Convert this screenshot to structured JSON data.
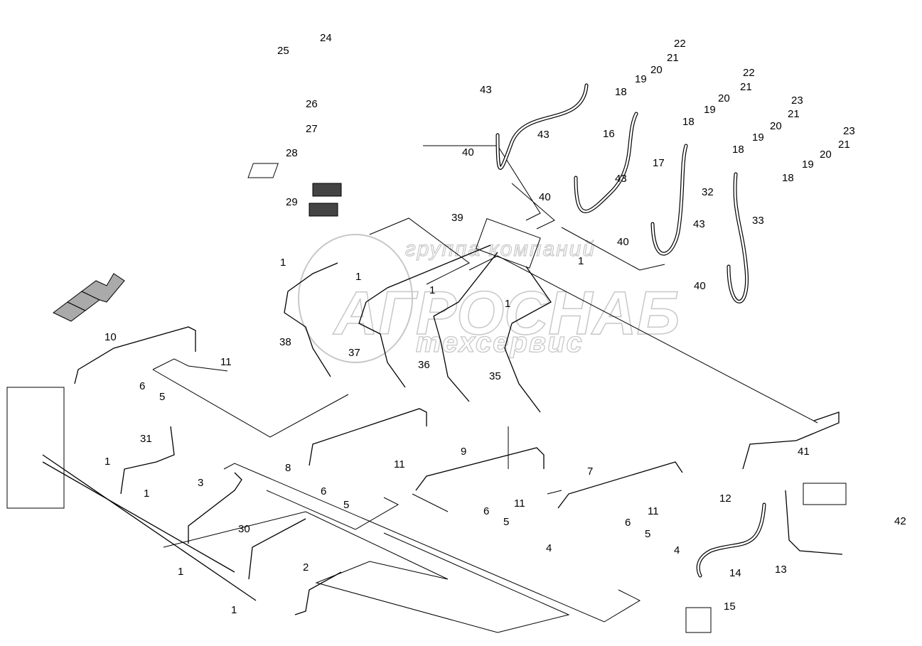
{
  "watermark": {
    "line1": "группа компаний",
    "line2": "АГРОСНАБ",
    "line3": "техсервис"
  },
  "callouts": [
    "24",
    "25",
    "26",
    "27",
    "28",
    "29",
    "22",
    "22",
    "21",
    "21",
    "21",
    "21",
    "20",
    "20",
    "20",
    "20",
    "19",
    "19",
    "19",
    "19",
    "18",
    "18",
    "18",
    "18",
    "23",
    "23",
    "16",
    "17",
    "32",
    "33",
    "43",
    "43",
    "43",
    "43",
    "40",
    "40",
    "40",
    "40",
    "39",
    "1",
    "1",
    "1",
    "1",
    "1",
    "1",
    "1",
    "1",
    "1",
    "38",
    "37",
    "36",
    "35",
    "10",
    "11",
    "11",
    "11",
    "11",
    "6",
    "6",
    "6",
    "6",
    "5",
    "5",
    "5",
    "5",
    "31",
    "8",
    "9",
    "7",
    "3",
    "30",
    "2",
    "4",
    "4",
    "41",
    "12",
    "14",
    "13",
    "15",
    "42"
  ],
  "colors": {
    "line": "#000000",
    "watermark": "#c8c8c8",
    "background": "#ffffff"
  }
}
